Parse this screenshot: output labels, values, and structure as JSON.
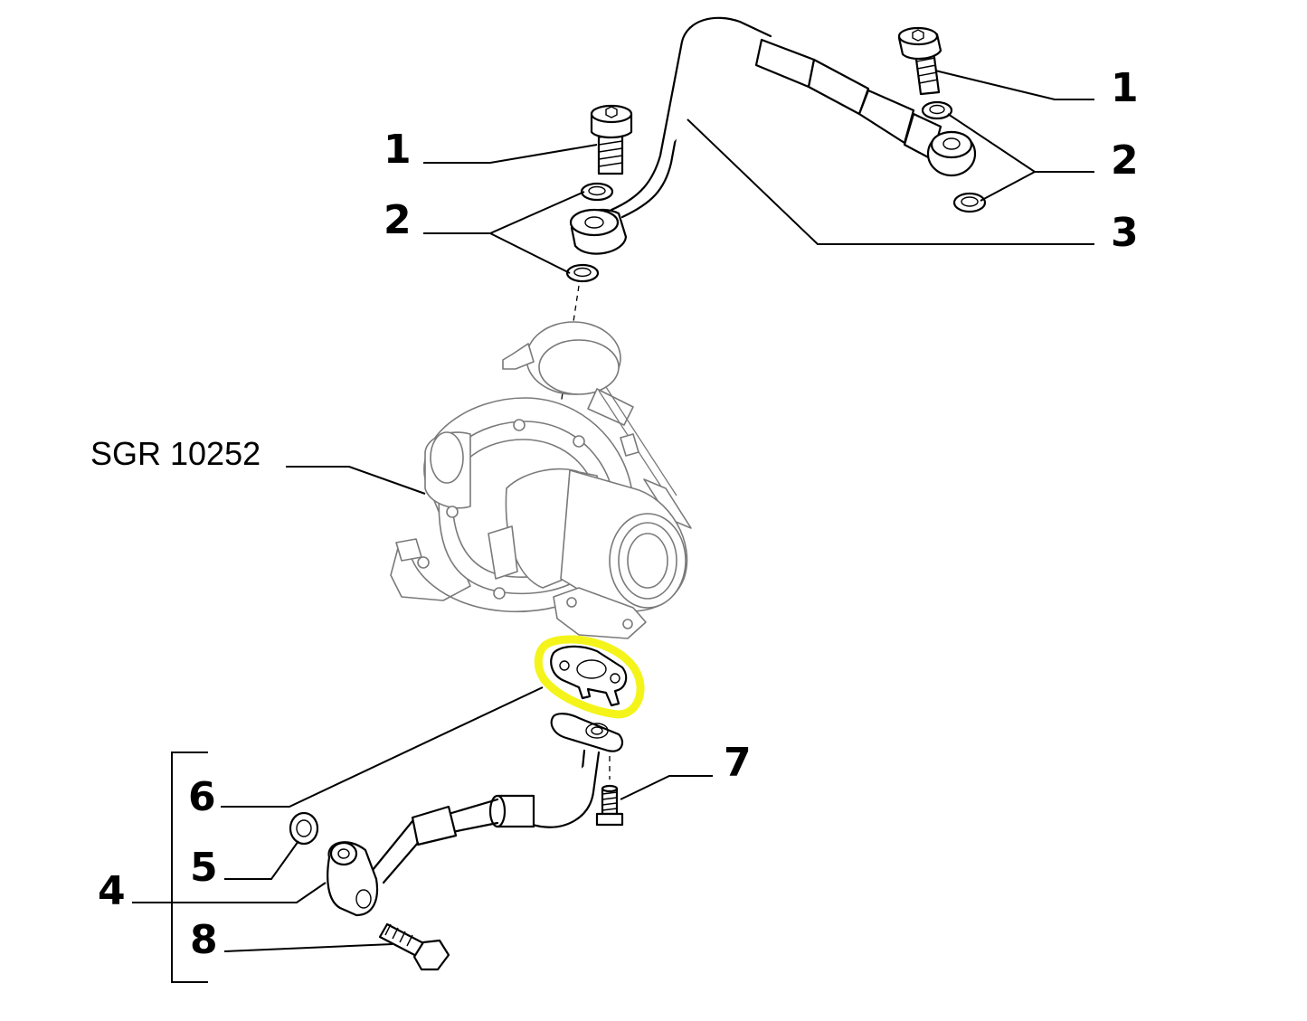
{
  "diagram": {
    "reference_label": "SGR 10252",
    "callouts": {
      "top_left_1": "1",
      "top_left_2": "2",
      "top_right_1": "1",
      "top_right_2": "2",
      "top_right_3": "3",
      "bottom_7": "7",
      "bottom_6": "6",
      "bottom_5": "5",
      "bottom_4": "4",
      "bottom_8": "8"
    },
    "highlight_color": "#f4f41a",
    "highlighted_part": "6"
  }
}
